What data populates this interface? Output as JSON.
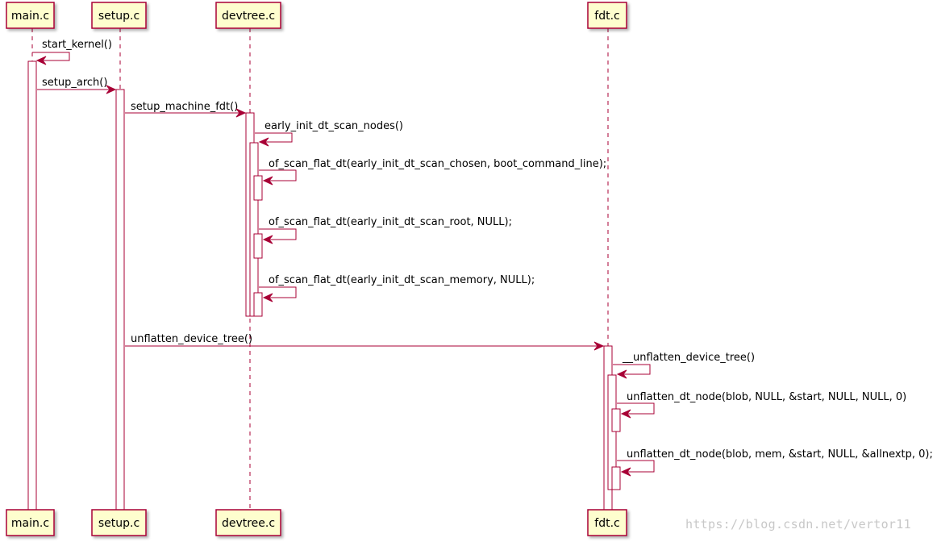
{
  "participants": [
    {
      "id": "main",
      "label": "main.c"
    },
    {
      "id": "setup",
      "label": "setup.c"
    },
    {
      "id": "devtree",
      "label": "devtree.c"
    },
    {
      "id": "fdt",
      "label": "fdt.c"
    }
  ],
  "messages": [
    {
      "label": "start_kernel()",
      "from": "main",
      "to": "main"
    },
    {
      "label": "setup_arch()",
      "from": "main",
      "to": "setup"
    },
    {
      "label": "setup_machine_fdt()",
      "from": "setup",
      "to": "devtree"
    },
    {
      "label": "early_init_dt_scan_nodes()",
      "from": "devtree",
      "to": "devtree"
    },
    {
      "label": "of_scan_flat_dt(early_init_dt_scan_chosen, boot_command_line);",
      "from": "devtree",
      "to": "devtree"
    },
    {
      "label": "of_scan_flat_dt(early_init_dt_scan_root, NULL);",
      "from": "devtree",
      "to": "devtree"
    },
    {
      "label": "of_scan_flat_dt(early_init_dt_scan_memory, NULL);",
      "from": "devtree",
      "to": "devtree"
    },
    {
      "label": "unflatten_device_tree()",
      "from": "setup",
      "to": "fdt"
    },
    {
      "label": "__unflatten_device_tree()",
      "from": "fdt",
      "to": "fdt"
    },
    {
      "label": "unflatten_dt_node(blob, NULL, &start, NULL, NULL, 0)",
      "from": "fdt",
      "to": "fdt"
    },
    {
      "label": "unflatten_dt_node(blob, mem, &start, NULL, &allnextp, 0);",
      "from": "fdt",
      "to": "fdt"
    }
  ],
  "watermark": "https://blog.csdn.net/vertor11",
  "colors": {
    "participant_fill": "#FEFECE",
    "participant_border": "#A80036",
    "lifeline": "#A80036",
    "arrow": "#A80036",
    "activation_fill": "#FFFFFF",
    "text": "#000000",
    "watermark": "#C8C8C8"
  }
}
